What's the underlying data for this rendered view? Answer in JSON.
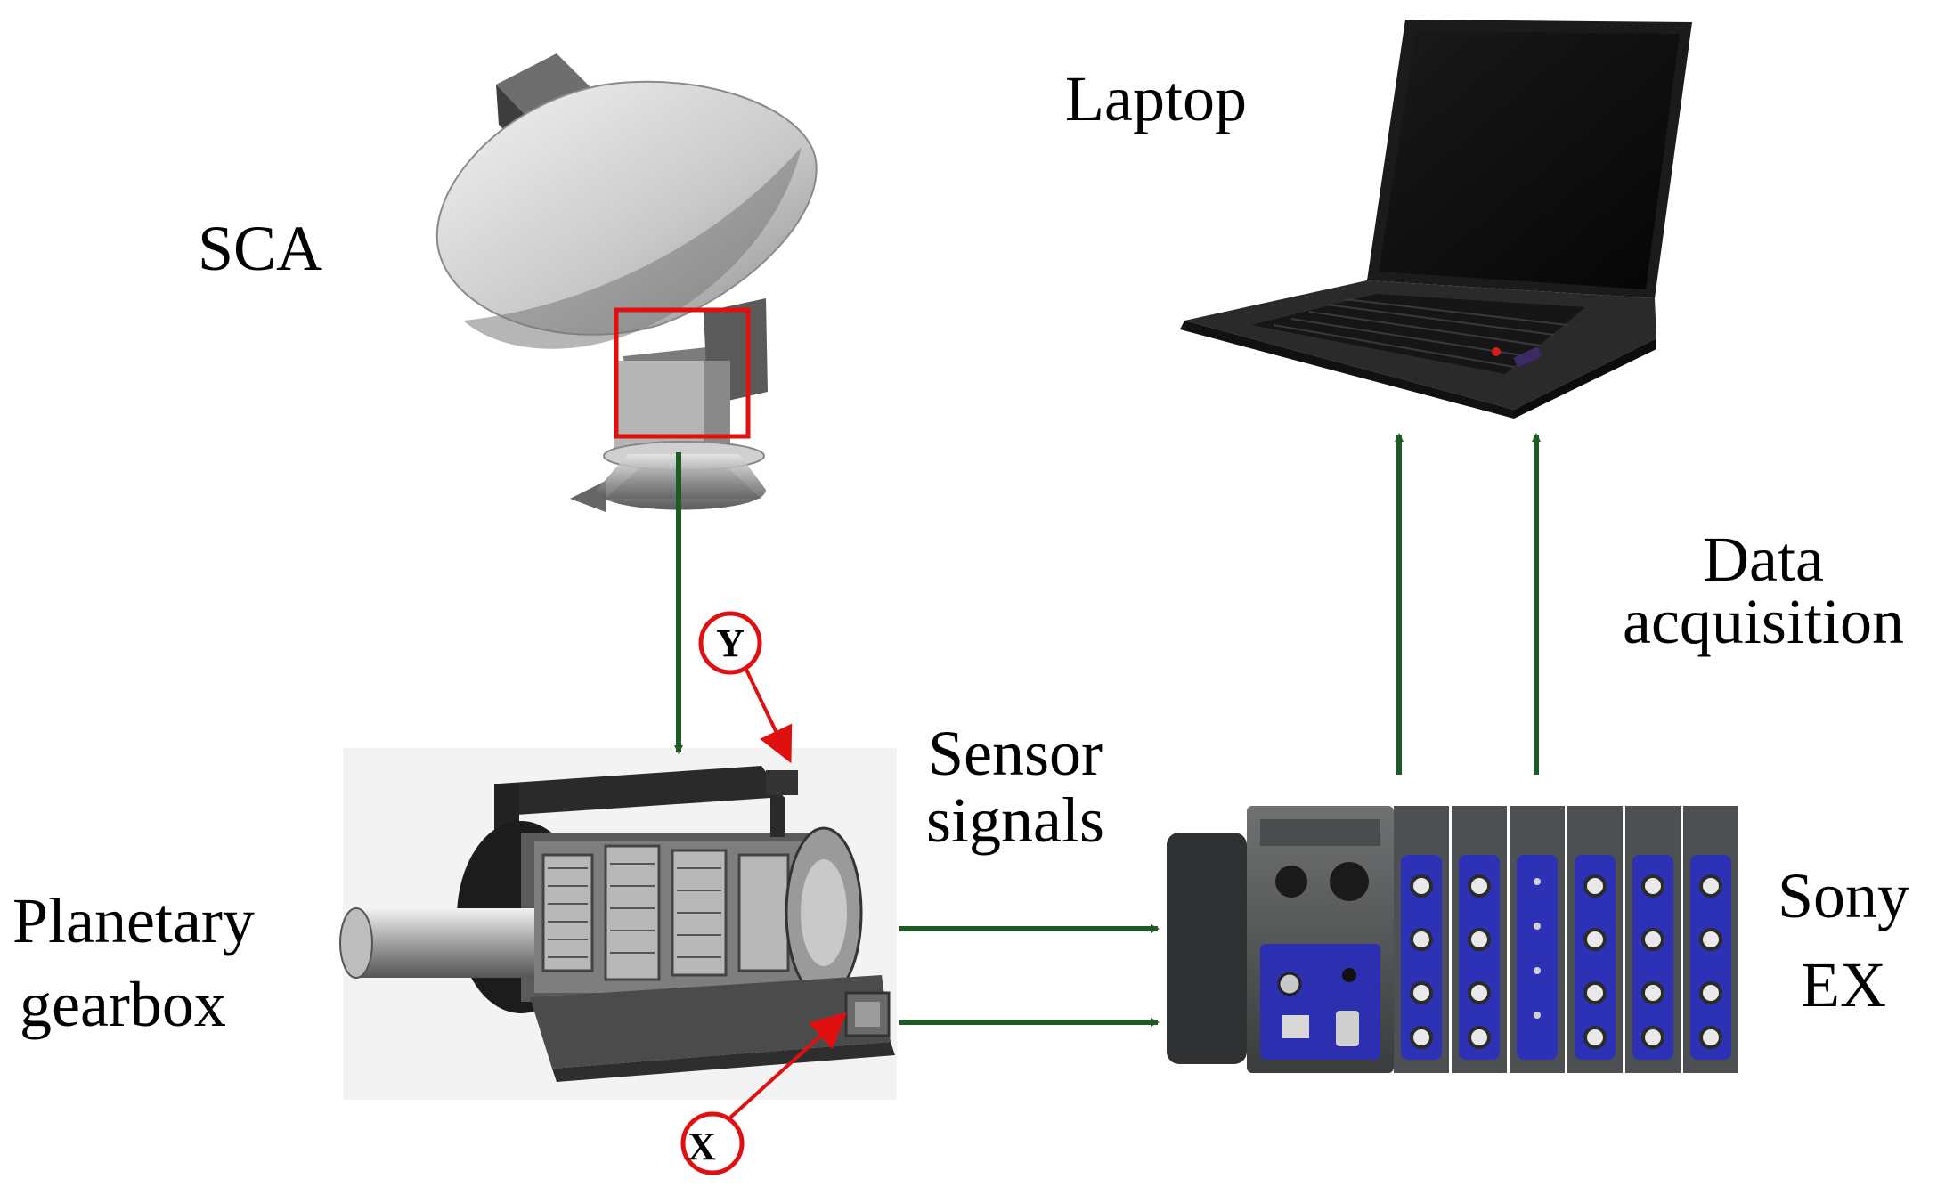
{
  "labels": {
    "sca": "SCA",
    "laptop": "Laptop",
    "planetary_line1": "Planetary",
    "planetary_line2": "gearbox",
    "sensor_line1": "Sensor",
    "sensor_line2": "signals",
    "data_line1": "Data",
    "data_line2": "acquisition",
    "sony_line1": "Sony",
    "sony_line2": "EX",
    "sensor_y": "Y",
    "sensor_x": "X"
  },
  "colors": {
    "flow_arrow": "#1e5a23",
    "sensor_marker": "#e01010",
    "highlight_box": "#e01010"
  },
  "icons": [
    "satellite-dish-icon",
    "laptop-icon",
    "gearbox-icon",
    "daq-unit-icon"
  ]
}
